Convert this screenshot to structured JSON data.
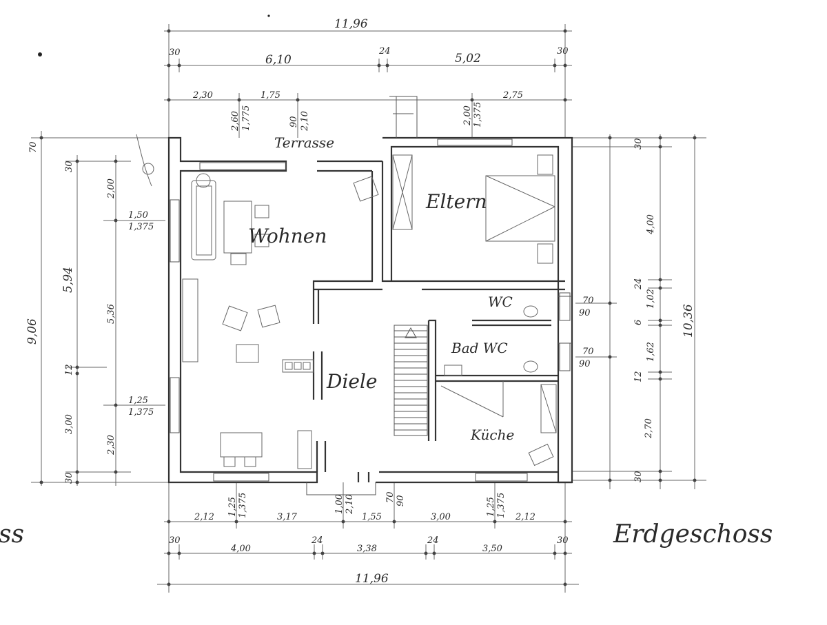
{
  "title": "Erdgeschoss",
  "left_cut_text": "ss",
  "rooms": {
    "terrasse": "Terrasse",
    "wohnen": "Wohnen",
    "eltern": "Eltern",
    "wc": "WC",
    "bad_wc": "Bad WC",
    "diele": "Diele",
    "kueche": "Küche"
  },
  "dims_top": {
    "overall": "11,96",
    "r2_a": "30",
    "r2_b": "6,10",
    "r2_c": "24",
    "r2_d": "5,02",
    "r2_e": "30",
    "r3_a": "2,30",
    "r3_b": "1,75",
    "r3_c": "2,75",
    "o1_top": "2,60",
    "o1_bot": "1,775",
    "o2_top": "90",
    "o2_bot": "2,10",
    "o3_top": "2,00",
    "o3_bot": "1,375"
  },
  "dims_bottom": {
    "r1_a": "2,12",
    "r1_o1_top": "1,25",
    "r1_o1_bot": "1,375",
    "r1_b": "3,17",
    "r1_o2_top": "1,00",
    "r1_o2_bot": "2,10",
    "r1_c": "1,55",
    "r1_o3_top": "70",
    "r1_o3_bot": "90",
    "r1_d": "3,00",
    "r1_o4_top": "1,25",
    "r1_o4_bot": "1,375",
    "r1_e": "2,12",
    "r2_a": "30",
    "r2_b": "4,00",
    "r2_c": "24",
    "r2_d": "3,38",
    "r2_e": "24",
    "r2_f": "3,50",
    "r2_g": "30",
    "overall": "11,96"
  },
  "dims_left": {
    "overall": "9,06",
    "top": "70",
    "a": "30",
    "b": "2,00",
    "c": "5,94",
    "d": "12",
    "e": "3,00",
    "f": "30",
    "w1_top": "1,50",
    "w1_bot": "1,375",
    "g": "5,36",
    "w2_top": "1,25",
    "w2_bot": "1,375",
    "h": "2,30"
  },
  "dims_right": {
    "overall": "10,36",
    "a": "30",
    "b": "4,00",
    "c": "24",
    "d": "1,02",
    "e": "6",
    "f": "1,62",
    "g": "12",
    "h": "2,70",
    "i": "30",
    "wc_top": "70",
    "wc_bot": "90",
    "bad_top": "70",
    "bad_bot": "90"
  }
}
